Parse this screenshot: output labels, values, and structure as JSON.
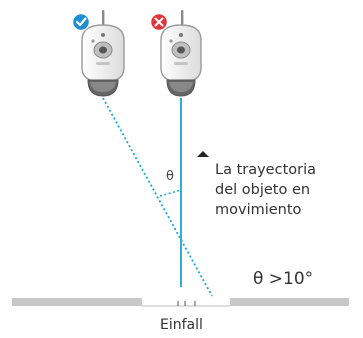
{
  "diagram": {
    "theta_mark": "θ",
    "path_label_lines": [
      "La trayectoria",
      "del objeto en",
      "movimiento"
    ],
    "angle_condition": "θ >10°",
    "floor_label": "Einfall",
    "cameras": [
      {
        "name": "correct",
        "status_icon": "check-icon",
        "status_color": "#1E8FD5"
      },
      {
        "name": "incorrect",
        "status_icon": "cross-icon",
        "status_color": "#E0353B"
      }
    ],
    "colors": {
      "path_line": "#19A6D6",
      "camera_body": "#EEEEEE",
      "camera_outline": "#9A9A9A",
      "floor": "#C8C8C8"
    }
  }
}
